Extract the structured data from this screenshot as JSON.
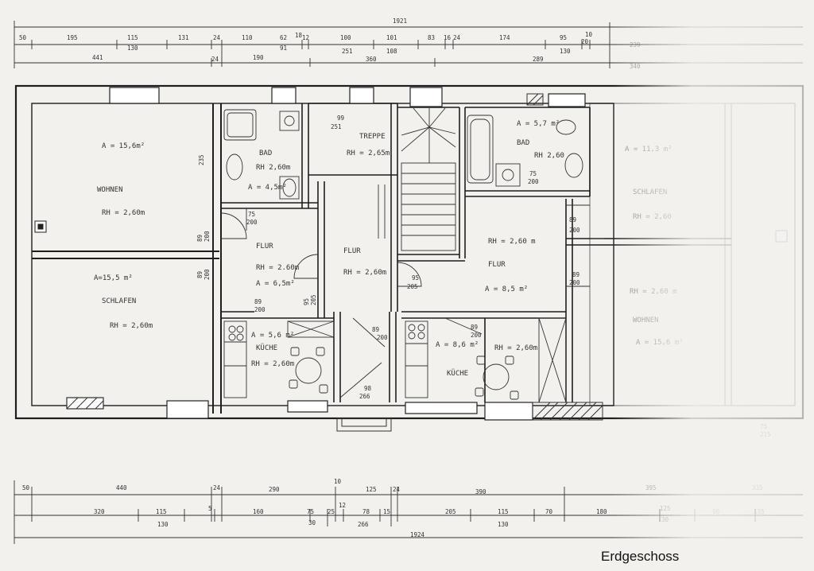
{
  "caption": "Erdgeschoss",
  "top_dims": {
    "overall": "1921",
    "row1": [
      "50",
      "195",
      "115",
      "131",
      "24",
      "110",
      "62",
      "18",
      "12",
      "100",
      "101",
      "83",
      "16",
      "24",
      "174",
      "95",
      "10",
      "20",
      "239"
    ],
    "row1b": [
      "130",
      "91",
      "251",
      "108",
      "130"
    ],
    "row2": [
      "441",
      "24",
      "190",
      "360",
      "289",
      "340"
    ]
  },
  "bottom_dims": {
    "overall": "1924",
    "row1": [
      "50",
      "440",
      "24",
      "290",
      "10",
      "125",
      "24",
      "390",
      "395",
      "335"
    ],
    "row2": [
      "320",
      "115",
      "5",
      "160",
      "75",
      "25",
      "12",
      "78",
      "15",
      "205",
      "115",
      "70",
      "180",
      "125",
      "90",
      "135"
    ],
    "row2b": [
      "130",
      "30",
      "266",
      "130",
      "30"
    ]
  },
  "rooms": {
    "wohnen_left": {
      "area": "A = 15,6m²",
      "name": "WOHNEN",
      "rh": "RH = 2,60m",
      "wall_dim": "235"
    },
    "schlafen_left": {
      "area": "A=15,5 m²",
      "name": "SCHLAFEN",
      "rh": "RH = 2,60m"
    },
    "bad_left": {
      "name": "BAD",
      "rh": "RH 2,60m",
      "area": "A = 4,5m²"
    },
    "flur_left": {
      "name": "FLUR",
      "rh": "RH = 2.60m",
      "area": "A = 6,5m²"
    },
    "kueche_left": {
      "area": "A = 5,6 m²",
      "name": "KÜCHE",
      "rh": "RH = 2,60m"
    },
    "treppe": {
      "name": "TREPPE",
      "rh": "RH = 2,65m",
      "dims": [
        "99",
        "251"
      ]
    },
    "flur_mid": {
      "name": "FLUR",
      "rh": "RH = 2,60m"
    },
    "bad_right": {
      "area": "A = 5,7 m²",
      "name": "BAD",
      "rh": "RH 2,60"
    },
    "flur_right": {
      "rh": "RH = 2,60 m",
      "name": "FLUR",
      "area": "A = 8,5 m²"
    },
    "kueche_right": {
      "area": "A = 8,6 m²",
      "rh": "RH = 2,60m",
      "name": "KÜCHE"
    },
    "schlafen_right": {
      "area": "A = 11,3 m²",
      "name": "SCHLAFEN",
      "rh": "RH = 2,60"
    },
    "wohnen_right": {
      "rh": "RH = 2,60 m",
      "name": "WOHNEN",
      "area": "A = 15,6 m²"
    }
  },
  "door_dims": [
    {
      "w": "89",
      "h": "200"
    },
    {
      "w": "89",
      "h": "200"
    },
    {
      "w": "75",
      "h": "200"
    },
    {
      "w": "89",
      "h": "200"
    },
    {
      "w": "95",
      "h": "205"
    },
    {
      "w": "89",
      "h": "200"
    },
    {
      "w": "98",
      "h": "266"
    },
    {
      "w": "95",
      "h": "205"
    },
    {
      "w": "89",
      "h": "200"
    },
    {
      "w": "75",
      "h": "200"
    },
    {
      "w": "89",
      "h": "200"
    },
    {
      "w": "89",
      "h": "200"
    },
    {
      "w": "89",
      "h": "200"
    },
    {
      "w": "75",
      "h": "215"
    }
  ],
  "colors": {
    "paper": "#f2f1ee",
    "line": "#222222",
    "text": "#333333"
  }
}
